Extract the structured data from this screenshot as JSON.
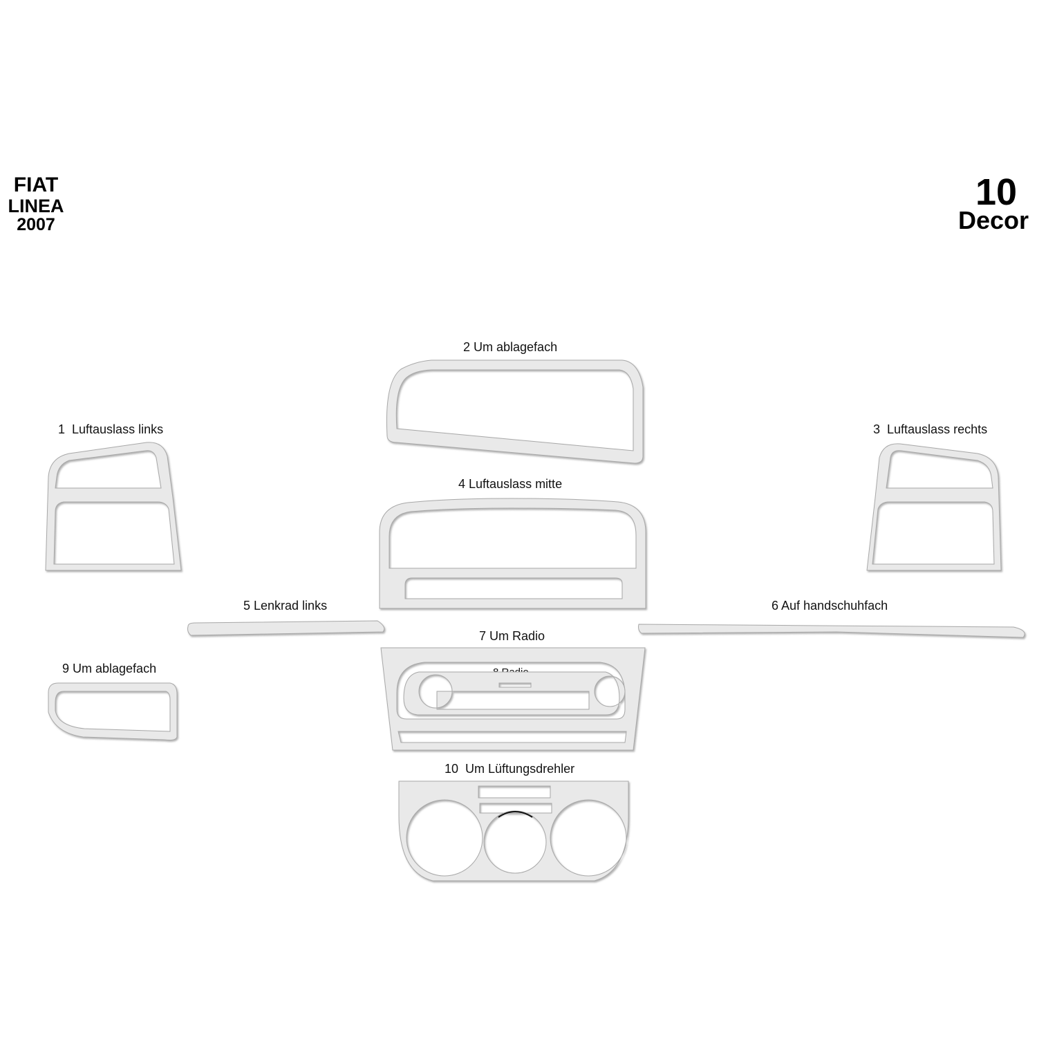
{
  "header": {
    "make": "FIAT",
    "model": "LINEA",
    "year": "2007",
    "piece_count": "10",
    "piece_count_label": "Decor"
  },
  "parts": [
    {
      "id": "p1",
      "label": "1  Luftauslass links"
    },
    {
      "id": "p2",
      "label": "2 Um ablagefach"
    },
    {
      "id": "p3",
      "label": "3  Luftauslass rechts"
    },
    {
      "id": "p4",
      "label": "4 Luftauslass mitte"
    },
    {
      "id": "p5",
      "label": "5 Lenkrad links"
    },
    {
      "id": "p6",
      "label": "6 Auf handschuhfach"
    },
    {
      "id": "p7",
      "label": "7 Um Radio"
    },
    {
      "id": "p8",
      "label": "8 Radio"
    },
    {
      "id": "p9",
      "label": "9 Um ablagefach"
    },
    {
      "id": "p10",
      "label": "10  Um Lüftungsdrehler"
    }
  ],
  "colors": {
    "trim_fill": "#e9e9e9",
    "trim_edge": "#a8a8a8",
    "background": "#ffffff"
  }
}
